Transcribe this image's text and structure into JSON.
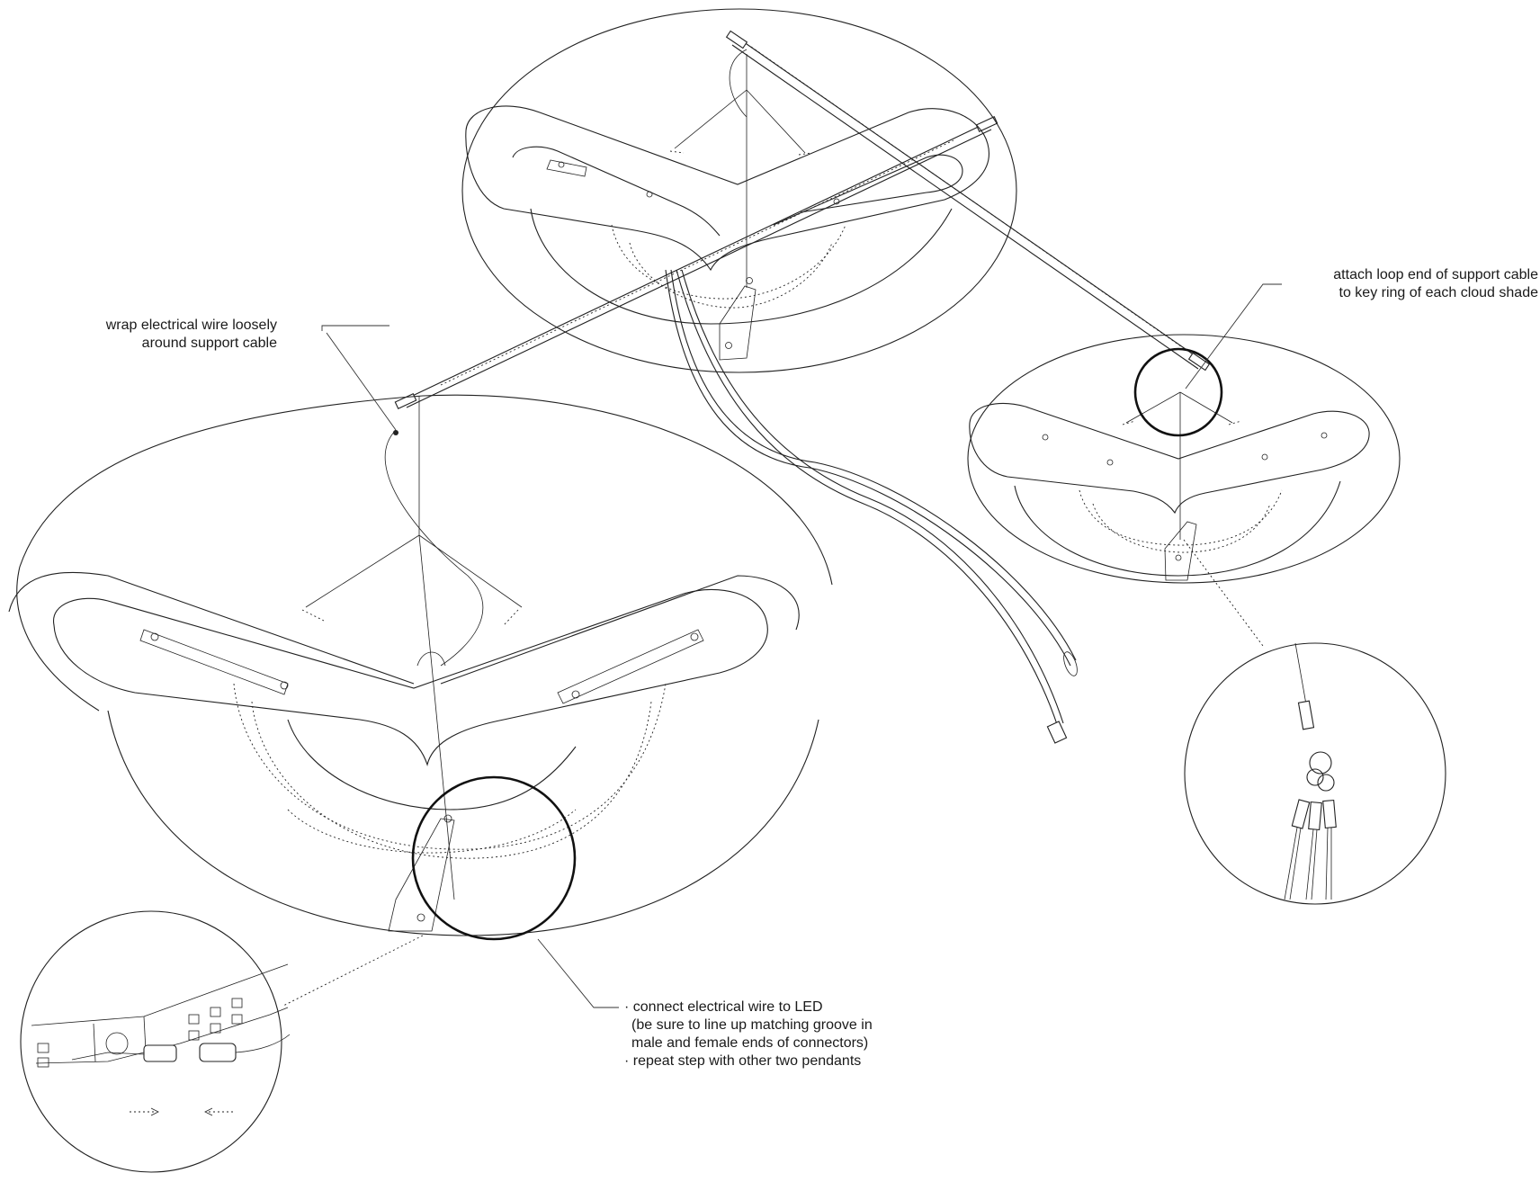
{
  "annotations": {
    "wrap_wire": [
      "wrap electrical wire loosely",
      "around support cable"
    ],
    "attach_loop": [
      "attach loop end of support cable",
      "to key ring of each cloud shade"
    ],
    "connect_led": [
      "· connect electrical wire to LED",
      "(be sure to line up matching groove in",
      "male and female ends of connectors)",
      "· repeat step with other two pendants"
    ]
  },
  "colors": {
    "line": "#222222",
    "background": "#ffffff"
  },
  "icons": [
    "support-bar-icon",
    "cloud-shade-icon",
    "key-ring-detail-icon",
    "connector-detail-icon"
  ]
}
